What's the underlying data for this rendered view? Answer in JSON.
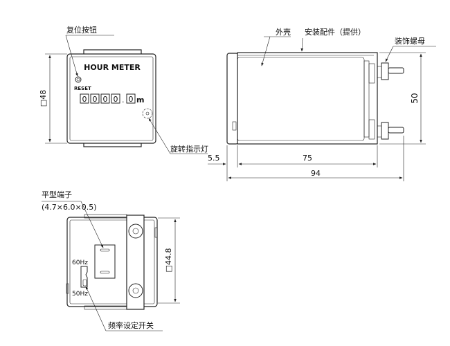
{
  "front_view": {
    "reset_button_label": "复位按钮",
    "title": "HOUR METER",
    "reset_text": "RESET",
    "digits": [
      "0",
      "0",
      "0",
      "0",
      "0"
    ],
    "decimal": ".",
    "unit": "m",
    "rotation_indicator_label": "旋转指示灯",
    "height_dim": "□48"
  },
  "side_view": {
    "housing_label": "外壳",
    "mounting_label": "安装配件（提供）",
    "nut_label": "装饰螺母",
    "height_dim": "50",
    "bezel_dim": "5.5",
    "body_dim": "75",
    "total_dim": "94"
  },
  "rear_view": {
    "terminal_label": "平型端子",
    "terminal_size": "(4.7×6.0×0.5)",
    "freq_60": "60Hz",
    "freq_50": "50Hz",
    "switch_label": "频率设定开关",
    "height_dim": "□44.8"
  }
}
